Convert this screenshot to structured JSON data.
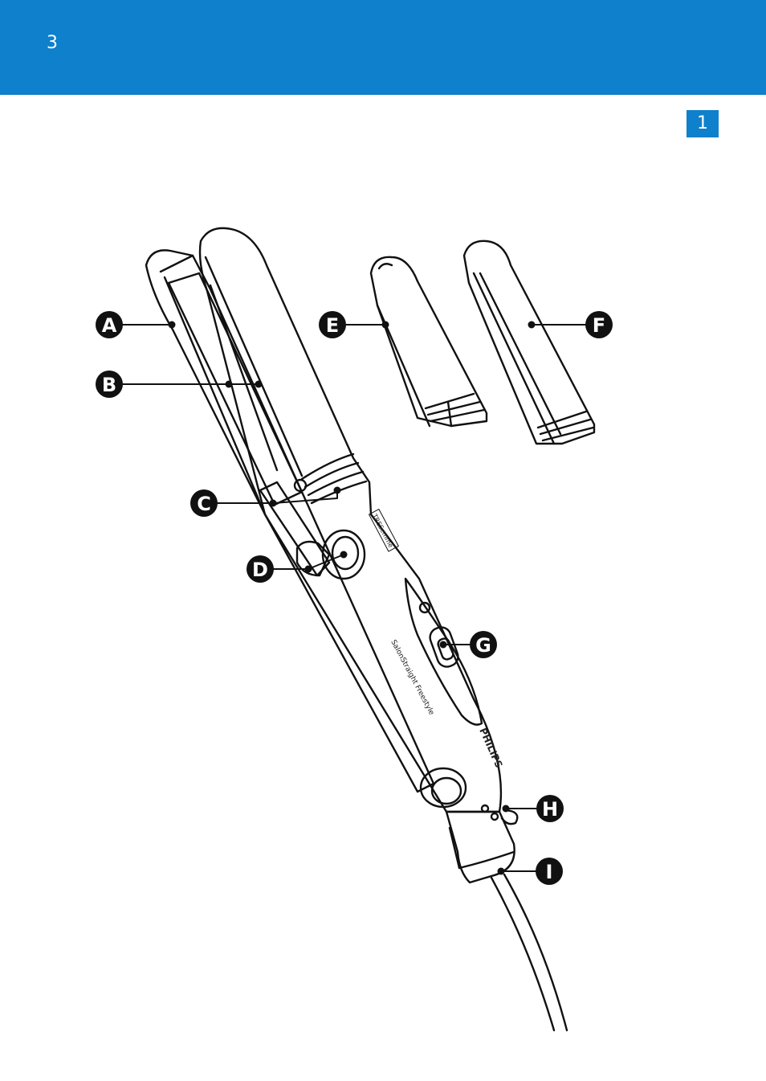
{
  "header": {
    "page_number": "3"
  },
  "figure": {
    "number": "1"
  },
  "product": {
    "brand": "PHILIPS",
    "model_text": "SalonStraight Freestyle",
    "badge_text": "TRESemmé"
  },
  "callouts": [
    {
      "letter": "A"
    },
    {
      "letter": "B"
    },
    {
      "letter": "C"
    },
    {
      "letter": "D"
    },
    {
      "letter": "E"
    },
    {
      "letter": "F"
    },
    {
      "letter": "G"
    },
    {
      "letter": "H"
    },
    {
      "letter": "I"
    }
  ],
  "colors": {
    "header_blue": "#0e80cc",
    "line": "#111111"
  }
}
